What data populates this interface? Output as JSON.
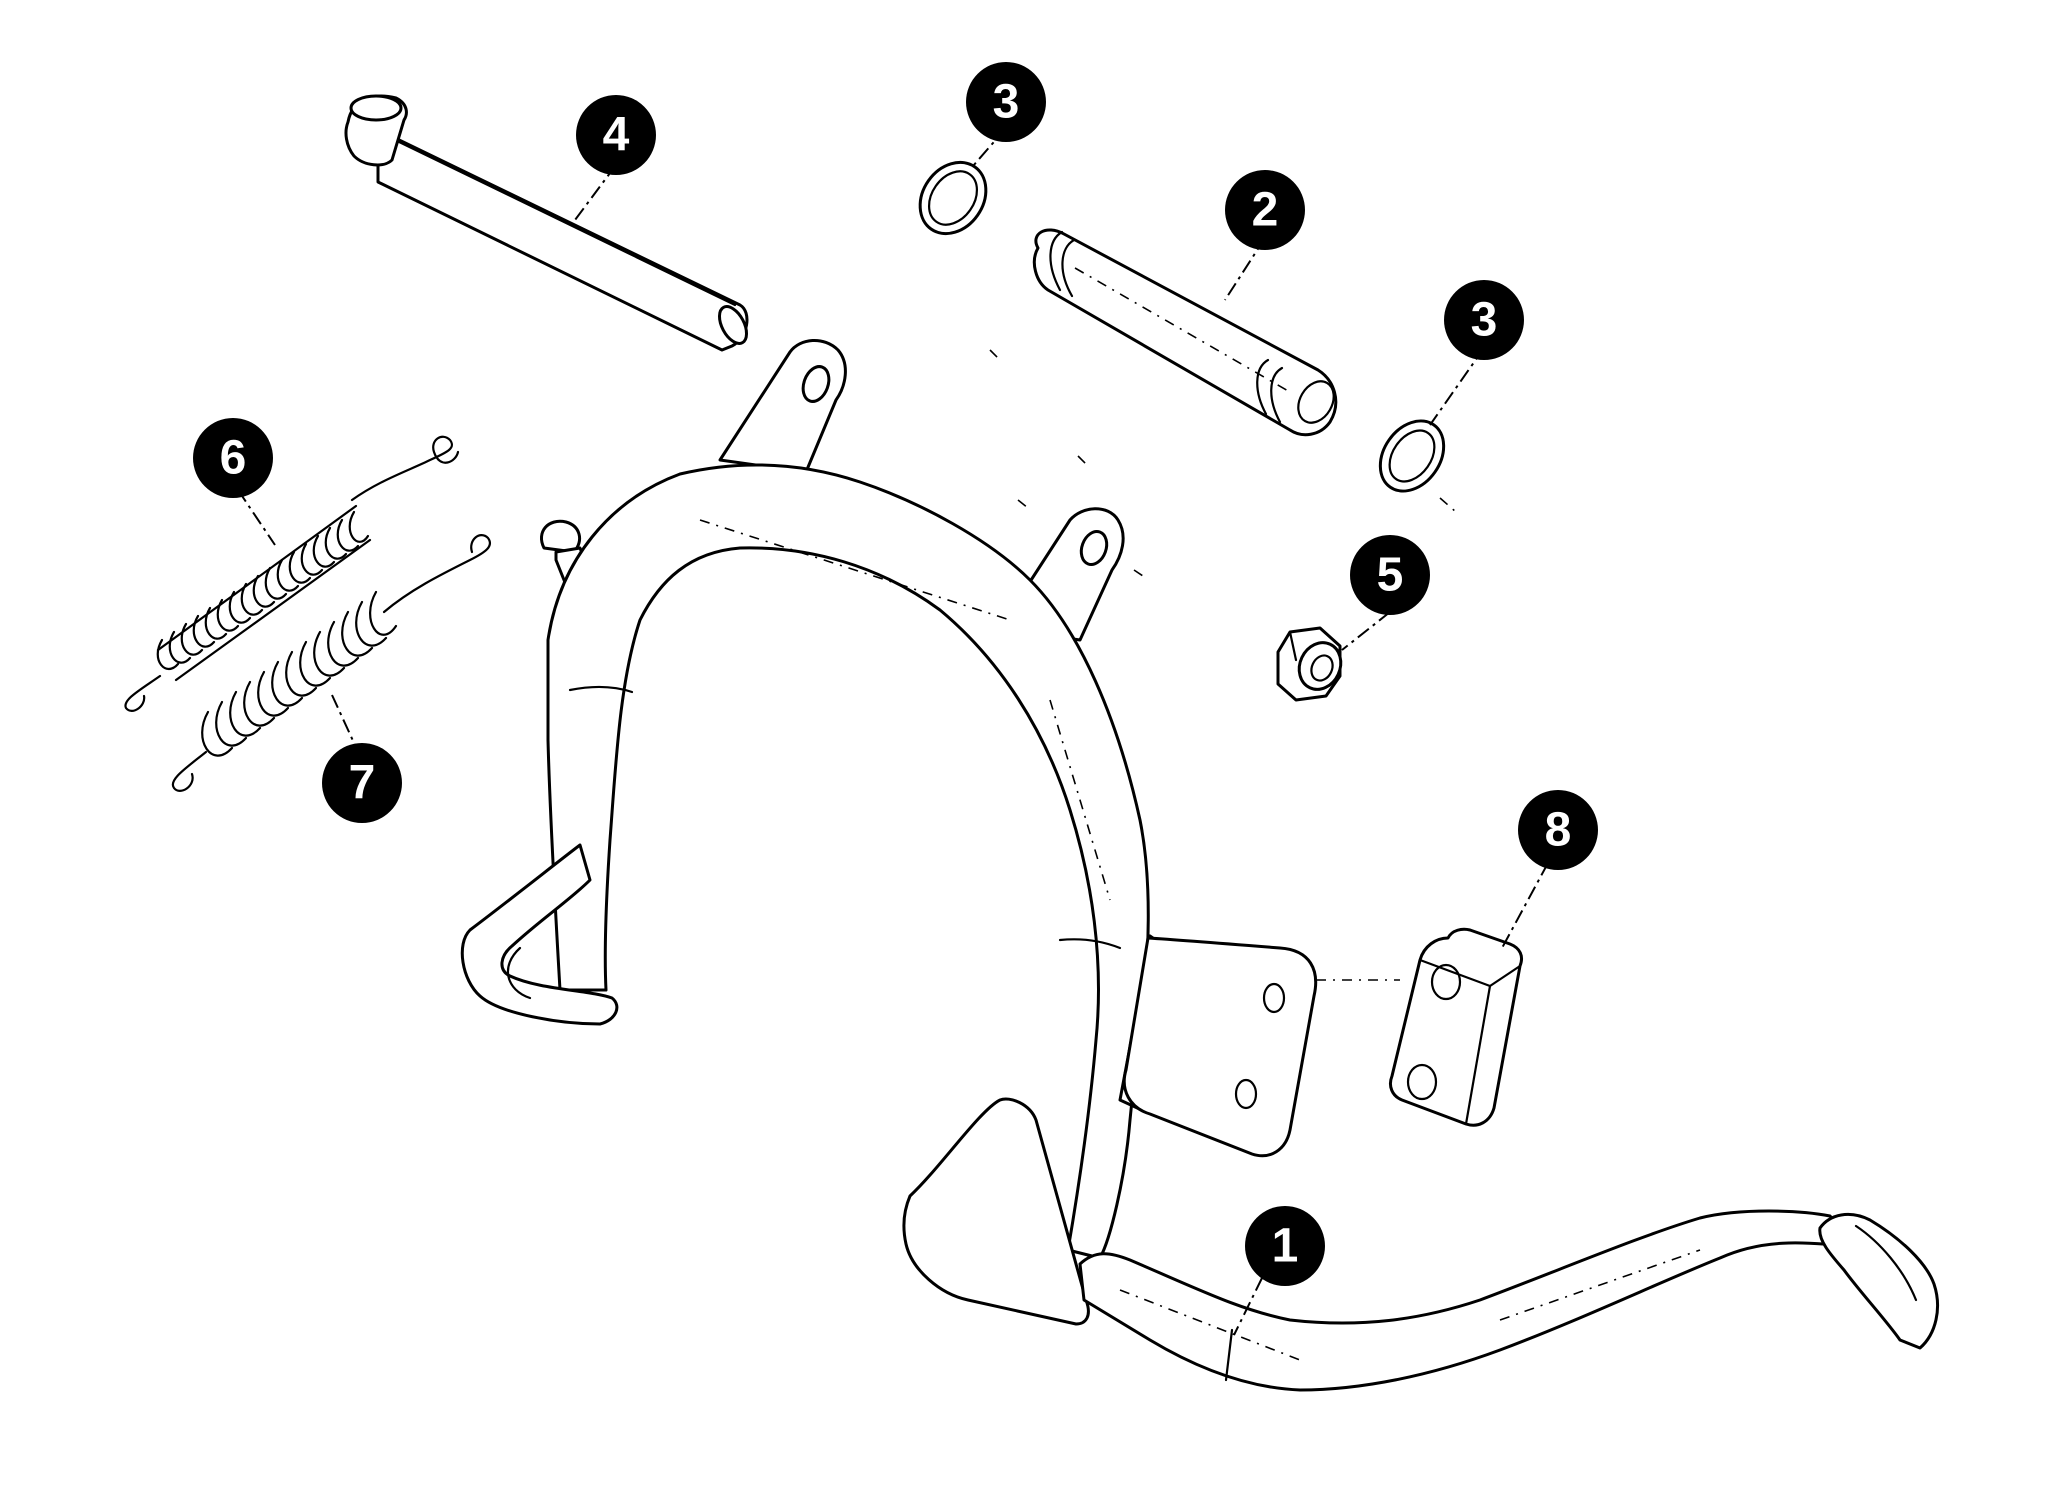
{
  "callouts": {
    "c1": "1",
    "c2": "2",
    "c3a": "3",
    "c3b": "3",
    "c4": "4",
    "c5": "5",
    "c6": "6",
    "c7": "7",
    "c8": "8"
  },
  "colors": {
    "line": "#000000",
    "background": "#ffffff",
    "badge_fill": "#000000",
    "badge_text": "#ffffff"
  }
}
